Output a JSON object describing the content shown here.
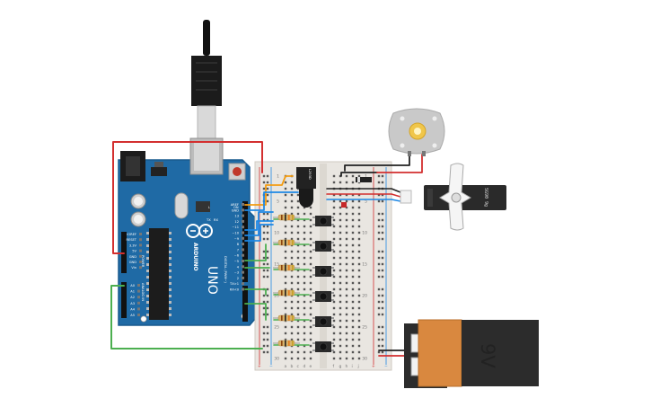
{
  "arduino": {
    "brand": "ARDUINO",
    "model": "UNO",
    "tx_label": "TX",
    "rx_label": "RX",
    "l_label": "L",
    "on_label": "ON",
    "power_label": "POWER",
    "analog_label": "ANALOG IN",
    "digital_label": "DIGITAL (PWM~)",
    "power_pins": [
      "IOREF",
      "RESET",
      "3.3V",
      "5V",
      "GND",
      "GND",
      "Vin"
    ],
    "analog_pins": [
      "A0",
      "A1",
      "A2",
      "A3",
      "A4",
      "A5"
    ],
    "digital_pins": [
      "AREF",
      "GND",
      "13",
      "12",
      "~11",
      "~10",
      "~9",
      "8",
      "7",
      "~6",
      "~5",
      "4",
      "~3",
      "2",
      "TX>1",
      "RX<0"
    ]
  },
  "breadboard": {
    "column_letters_left": [
      "a",
      "b",
      "c",
      "d",
      "e"
    ],
    "column_letters_right": [
      "f",
      "g",
      "h",
      "i",
      "j"
    ],
    "row_numbers": [
      "1",
      "5",
      "10",
      "15",
      "20",
      "25",
      "30"
    ],
    "rail_plus": "+",
    "rail_minus": "−"
  },
  "battery": {
    "label": "9V"
  },
  "servo": {
    "label": "SG90 9g"
  },
  "ic": {
    "label": "L293D"
  },
  "colors": {
    "board": "#1f6aa5",
    "breadboard": "#e9e6e1",
    "wire_red": "#d32f2f",
    "wire_green": "#4caf50",
    "wire_blue": "#1e88e5",
    "wire_orange": "#f39c12",
    "wire_black": "#222222",
    "battery_body": "#d9883f",
    "battery_dark": "#2c2c2c",
    "motor": "#c9c9c9",
    "servo_body": "#2a2a2a"
  }
}
